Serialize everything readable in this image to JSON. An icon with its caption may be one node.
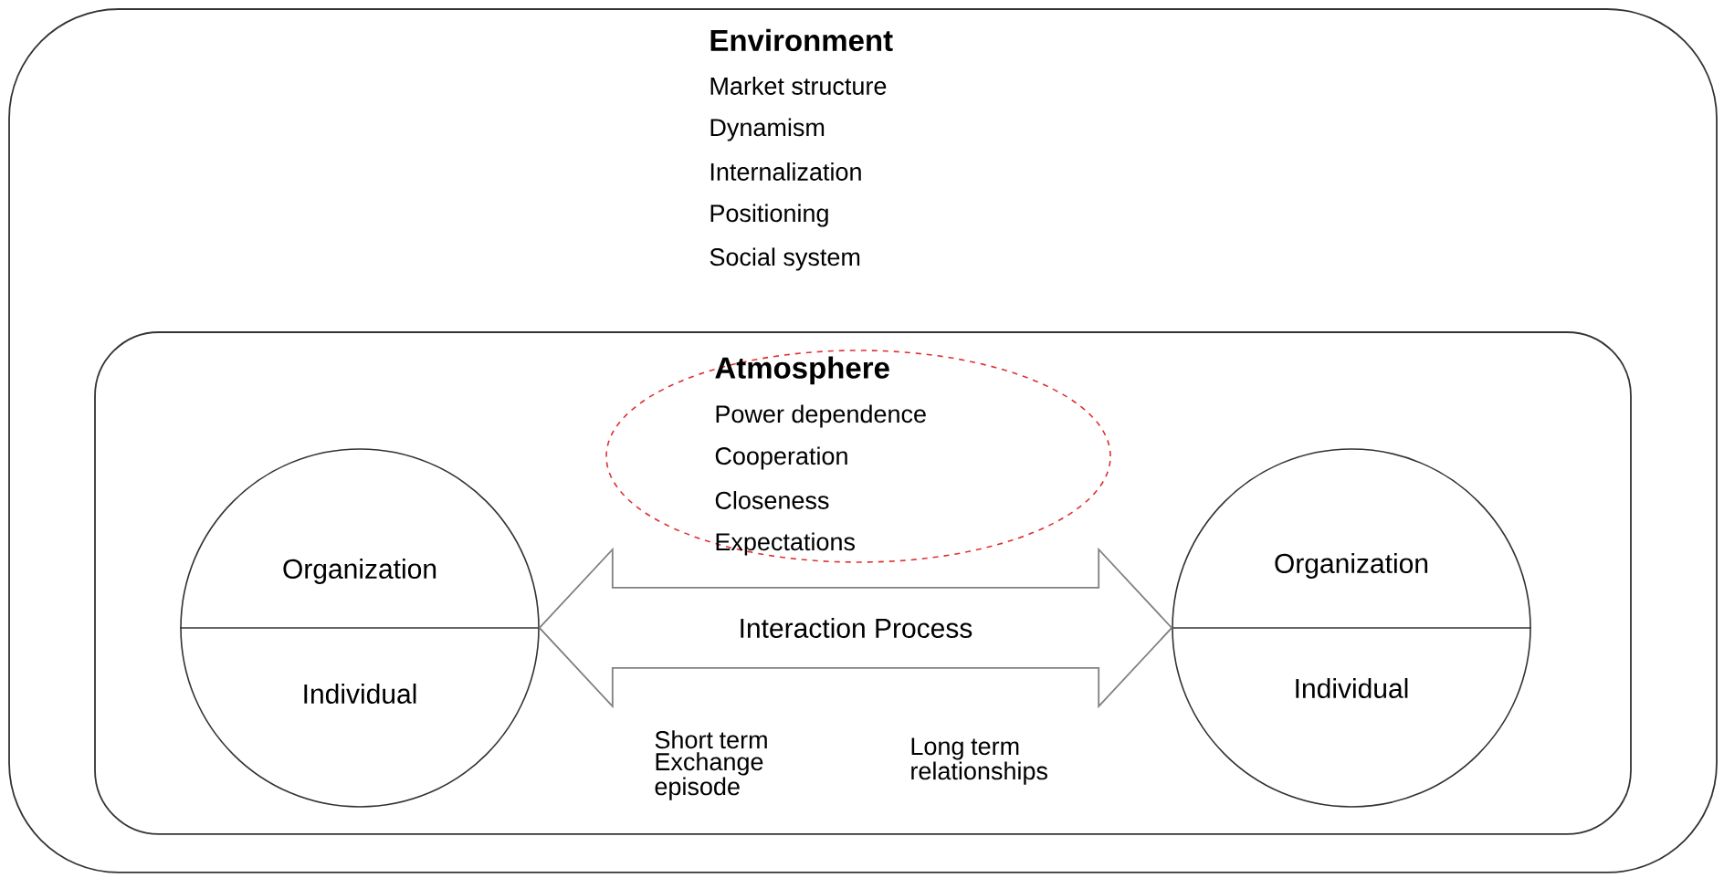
{
  "diagram": {
    "nodes": [
      {
        "text": [
          "Environment",
          "Market structure",
          "Dynamism",
          "Internalization",
          "Positioning",
          "Social system"
        ]
      },
      {
        "text": [],
        "shape": "box",
        "in": 0
      },
      {
        "text": [
          "Atmosphere",
          "Power dependence",
          "Cooperation",
          "Closeness",
          "Expectations"
        ],
        "in": 1
      },
      {
        "text": [
          "Organization",
          "Individual"
        ],
        "in": 1
      },
      {
        "text": [
          "Organization",
          "Individual"
        ],
        "in": 1
      }
    ],
    "edges": [
      {
        "from": 3,
        "to": 4,
        "arrow": "both",
        "label": "Interaction Process"
      }
    ],
    "labels": [
      "Short term Exchange episode",
      "Long term relationships"
    ]
  }
}
